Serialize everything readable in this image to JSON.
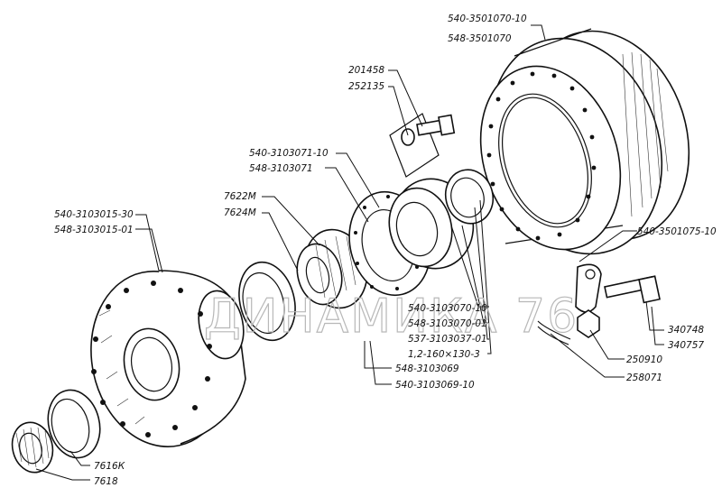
{
  "watermark": "ДИНАМИКА 76",
  "labels": {
    "drum_1": "540-3501070-10",
    "drum_2": "548-3501070",
    "bolt_washer": "201458",
    "bolt": "252135",
    "flange_1": "540-3103071-10",
    "flange_2": "548-3103071",
    "bearing_1": "7622М",
    "bearing_2": "7624М",
    "hub_1": "540-3103015-30",
    "hub_2": "548-3103015-01",
    "seal_1": "540-3103070-10",
    "seal_2": "548-3103070-01",
    "seal_3": "537-3103037-01",
    "ring": "1,2-160×130-3",
    "cover_1": "548-3103069",
    "cover_2": "540-3103069-10",
    "wheel_bolt": "540-3501075-10",
    "nut": "340748",
    "washer": "340757",
    "lock_plate": "250910",
    "cotter": "258071",
    "small_bearing_1": "7616К",
    "small_bearing_2": "7618"
  }
}
